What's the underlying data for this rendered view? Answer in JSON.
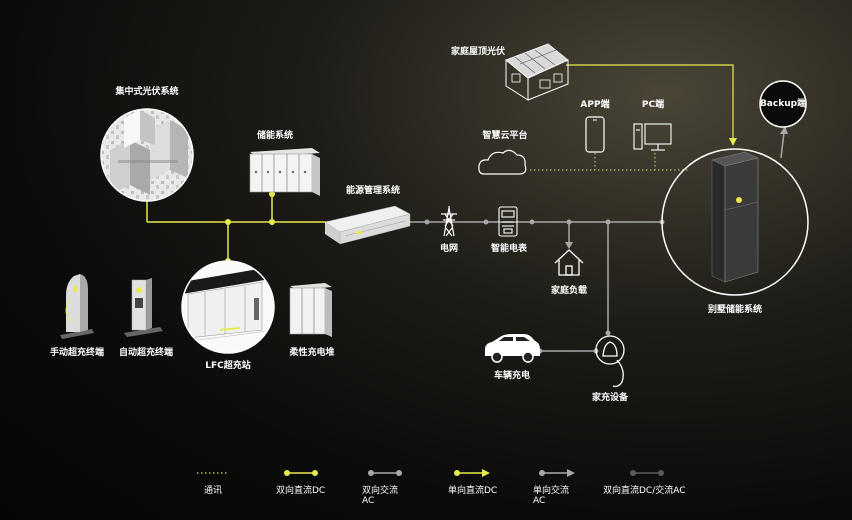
{
  "labels": {
    "central_pv": "集中式光伏系统",
    "storage": "储能系统",
    "ems": "能源管理系统",
    "grid": "电网",
    "meter": "智能电表",
    "rooftop_pv": "家庭屋顶光伏",
    "cloud": "智慧云平台",
    "app": "APP端",
    "pc": "PC端",
    "backup": "Backup端",
    "home_load": "家庭负载",
    "villa_storage": "别墅储能系统",
    "manual_charger": "手动超充终端",
    "auto_charger": "自动超充终端",
    "lfc_station": "LFC超充站",
    "flex_pile": "柔性充电堆",
    "vehicle": "车辆充电",
    "home_charger": "家充设备"
  },
  "legend": [
    {
      "type": "comm",
      "label": "通讯"
    },
    {
      "type": "dc-bi",
      "label": "双向直流DC"
    },
    {
      "type": "ac-bi",
      "label": "双向交流\nAC"
    },
    {
      "type": "dc-uni",
      "label": "单向直流DC"
    },
    {
      "type": "ac-uni",
      "label": "单向交流\nAC"
    },
    {
      "type": "dcac-bi",
      "label": "双向直流DC/交流AC"
    }
  ],
  "colors": {
    "dc": "#e8ea4c",
    "ac": "#a8a8a8",
    "dcac": "#5a5a5a",
    "comm": "#d8d86a",
    "white": "#ffffff"
  }
}
